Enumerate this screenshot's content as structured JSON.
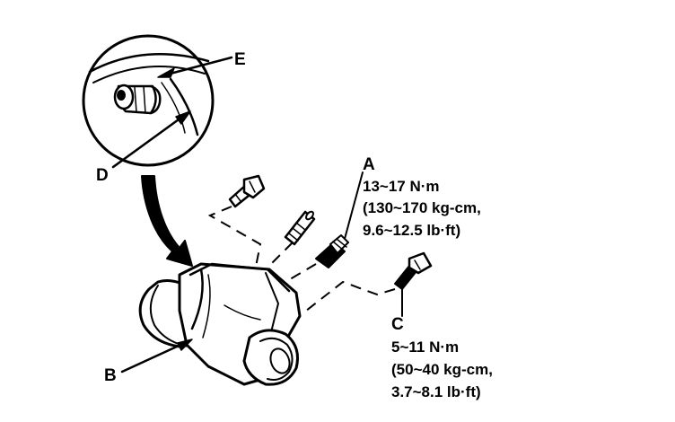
{
  "labels": {
    "a": "A",
    "b": "B",
    "c": "C",
    "d": "D",
    "e": "E"
  },
  "torque_a": {
    "line1": "13~17 N·m",
    "line2": "(130~170 kg-cm,",
    "line3": "9.6~12.5 lb·ft)"
  },
  "torque_c": {
    "line1": "5~11 N·m",
    "line2": "(50~40 kg-cm,",
    "line3": "3.7~8.1 lb·ft)"
  }
}
